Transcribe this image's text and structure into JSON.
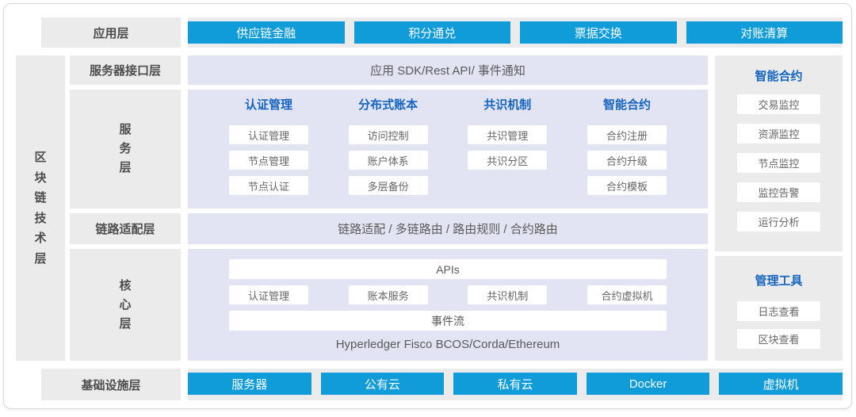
{
  "colors": {
    "accent_blue": "#0f9cd8",
    "header_blue": "#1565c0",
    "panel_gray": "#ebebeb",
    "panel_lavender": "#e2e4f3"
  },
  "app_layer": {
    "label": "应用层",
    "buttons": [
      "供应链金融",
      "积分通兑",
      "票据交换",
      "对账清算"
    ]
  },
  "tech_layer": {
    "label": "区块链技术层",
    "interface_layer": {
      "label": "服务器接口层",
      "content": "应用 SDK/Rest API/ 事件通知"
    },
    "service_layer": {
      "label": "服务层",
      "columns": [
        {
          "header": "认证管理",
          "items": [
            "认证管理",
            "节点管理",
            "节点认证"
          ]
        },
        {
          "header": "分布式账本",
          "items": [
            "访问控制",
            "账户体系",
            "多层备份"
          ]
        },
        {
          "header": "共识机制",
          "items": [
            "共识管理",
            "共识分区"
          ]
        },
        {
          "header": "智能合约",
          "items": [
            "合约注册",
            "合约升级",
            "合约模板"
          ]
        }
      ]
    },
    "link_layer": {
      "label": "链路适配层",
      "content": "链路适配 / 多链路由 / 路由规则 / 合约路由"
    },
    "core_layer": {
      "label": "核心层",
      "apis": "APIs",
      "modules": [
        "认证管理",
        "账本服务",
        "共识机制",
        "合约虚拟机"
      ],
      "event_stream": "事件流",
      "platforms": "Hyperledger Fisco BCOS/Corda/Ethereum"
    }
  },
  "right_panel": {
    "monitor_card": {
      "header": "智能合约",
      "items": [
        "交易监控",
        "资源监控",
        "节点监控",
        "监控告警",
        "运行分析"
      ]
    },
    "tools_card": {
      "header": "管理工具",
      "items": [
        "日志查看",
        "区块查看"
      ]
    }
  },
  "infra_layer": {
    "label": "基础设施层",
    "buttons": [
      "服务器",
      "公有云",
      "私有云",
      "Docker",
      "虚拟机"
    ]
  }
}
